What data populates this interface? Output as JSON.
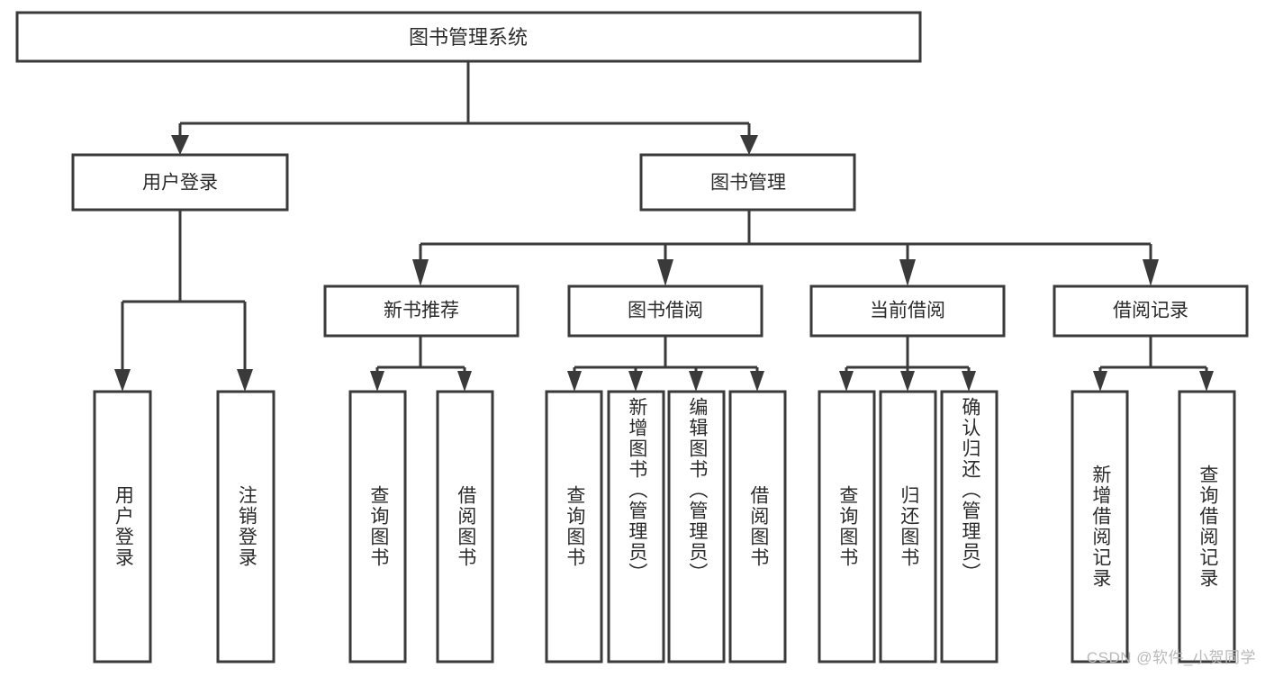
{
  "diagram": {
    "title": "图书管理系统",
    "type": "tree-hierarchy-chart",
    "root": {
      "label": "图书管理系统"
    },
    "level2": [
      {
        "label": "用户登录"
      },
      {
        "label": "图书管理"
      }
    ],
    "level3": [
      {
        "label": "新书推荐"
      },
      {
        "label": "图书借阅"
      },
      {
        "label": "当前借阅"
      },
      {
        "label": "借阅记录"
      }
    ],
    "leaves": {
      "user_login": [
        {
          "label": "用户登录"
        },
        {
          "label": "注销登录"
        }
      ],
      "new_book_recommend": [
        {
          "label": "查询图书"
        },
        {
          "label": "借阅图书"
        }
      ],
      "book_borrow": [
        {
          "label": "查询图书"
        },
        {
          "label": "新增图书（管理员）"
        },
        {
          "label": "编辑图书（管理员）"
        },
        {
          "label": "借阅图书"
        }
      ],
      "current_borrow": [
        {
          "label": "查询图书"
        },
        {
          "label": "归还图书"
        },
        {
          "label": "确认归还（管理员）"
        }
      ],
      "borrow_record": [
        {
          "label": "新增借阅记录"
        },
        {
          "label": "查询借阅记录"
        }
      ]
    }
  },
  "watermark": {
    "text": "CSDN @软件_小贺同学"
  },
  "colors": {
    "stroke": "#3a3a3a",
    "box_fill": "#ffffff",
    "text": "#2b2b2b",
    "background": "#ffffff",
    "watermark": "#b9b9b9"
  }
}
